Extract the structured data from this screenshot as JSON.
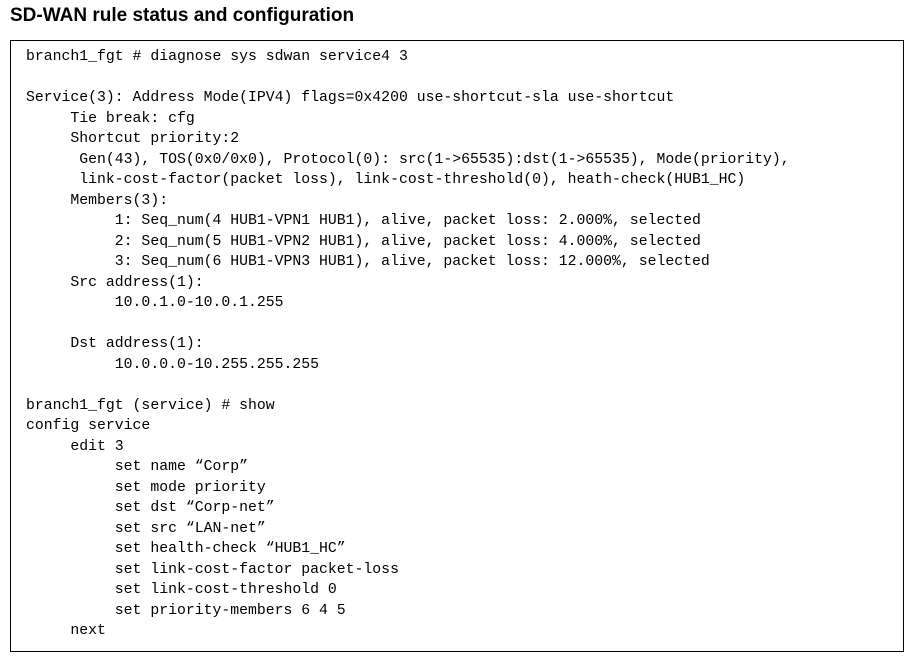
{
  "title": "SD-WAN rule status and configuration",
  "terminal": {
    "lines": [
      "branch1_fgt # diagnose sys sdwan service4 3",
      "",
      "Service(3): Address Mode(IPV4) flags=0x4200 use-shortcut-sla use-shortcut",
      "     Tie break: cfg",
      "     Shortcut priority:2",
      "      Gen(43), TOS(0x0/0x0), Protocol(0): src(1->65535):dst(1->65535), Mode(priority),",
      "      link-cost-factor(packet loss), link-cost-threshold(0), heath-check(HUB1_HC)",
      "     Members(3):",
      "          1: Seq_num(4 HUB1-VPN1 HUB1), alive, packet loss: 2.000%, selected",
      "          2: Seq_num(5 HUB1-VPN2 HUB1), alive, packet loss: 4.000%, selected",
      "          3: Seq_num(6 HUB1-VPN3 HUB1), alive, packet loss: 12.000%, selected",
      "     Src address(1):",
      "          10.0.1.0-10.0.1.255",
      "",
      "     Dst address(1):",
      "          10.0.0.0-10.255.255.255",
      "",
      "branch1_fgt (service) # show",
      "config service",
      "     edit 3",
      "          set name “Corp”",
      "          set mode priority",
      "          set dst “Corp-net”",
      "          set src “LAN-net”",
      "          set health-check “HUB1_HC”",
      "          set link-cost-factor packet-loss",
      "          set link-cost-threshold 0",
      "          set priority-members 6 4 5",
      "     next"
    ]
  }
}
